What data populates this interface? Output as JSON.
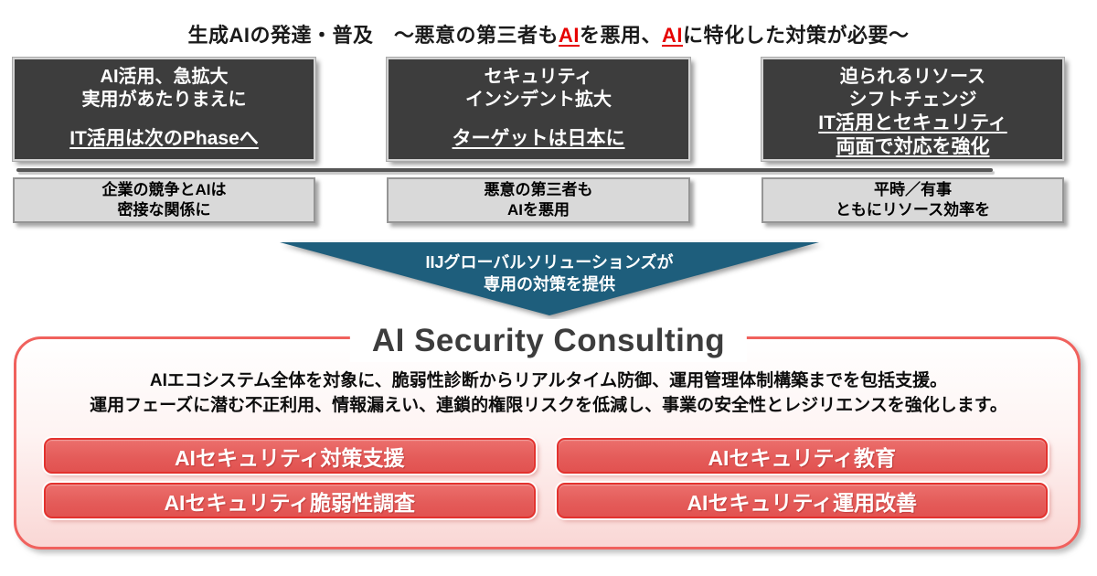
{
  "header": {
    "title_segments": [
      {
        "text": "生成AIの発達・普及　～悪意の第三者も",
        "style": "normal"
      },
      {
        "text": "AI",
        "style": "accent"
      },
      {
        "text": "を悪用、",
        "style": "normal"
      },
      {
        "text": "AI",
        "style": "accent"
      },
      {
        "text": "に特化した対策が必要～",
        "style": "normal"
      }
    ]
  },
  "trend_columns": [
    {
      "headline_lines": [
        "AI活用、急拡大",
        "実用があたりまえに"
      ],
      "emphasis_lines": [
        "IT活用は次のPhaseへ",
        ""
      ],
      "note_lines": [
        "企業の競争とAIは",
        "密接な関係に"
      ]
    },
    {
      "headline_lines": [
        "セキュリティ",
        "インシデント拡大"
      ],
      "emphasis_lines": [
        "ターゲットは日本に",
        ""
      ],
      "note_lines": [
        "悪意の第三者も",
        "AIを悪用"
      ]
    },
    {
      "headline_lines": [
        "迫られるリソース",
        "シフトチェンジ"
      ],
      "emphasis_lines": [
        "IT活用とセキュリティ",
        "両面で対応を強化"
      ],
      "note_lines": [
        "平時／有事",
        "ともにリソース効率を"
      ]
    }
  ],
  "arrow": {
    "lines": [
      "IIJグローバルソリューションズが",
      "専用の対策を提供"
    ]
  },
  "solution": {
    "title": "AI Security Consulting",
    "description_lines": [
      "AIエコシステム全体を対象に、脆弱性診断からリアルタイム防御、運用管理体制構築までを包括支援。",
      "運用フェーズに潜む不正利用、情報漏えい、連鎖的権限リスクを低減し、事業の安全性とレジリエンスを強化します。"
    ],
    "services": [
      "AIセキュリティ対策支援",
      "AIセキュリティ教育",
      "AIセキュリティ脆弱性調査",
      "AIセキュリティ運用改善"
    ]
  },
  "colors": {
    "accent_red": "#e60000",
    "panel_border_red": "#f0615d",
    "button_red": "#e45c5a",
    "button_border_red": "#e3322e",
    "arrow_teal": "#1e5e7c",
    "dark_box_bg": "#3d3d3d",
    "note_box_bg": "#d9d9d9",
    "divider_gray": "#565656"
  }
}
